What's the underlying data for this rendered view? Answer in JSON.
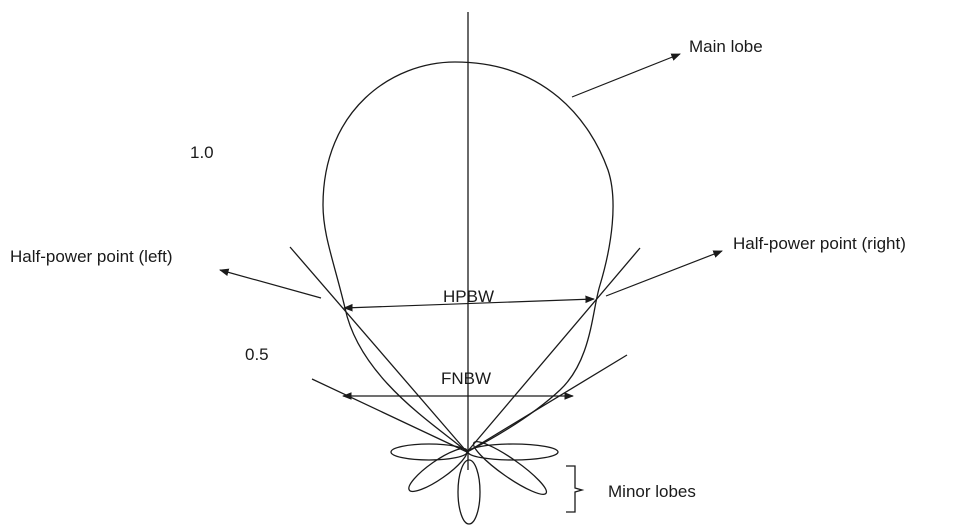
{
  "diagram": {
    "labels": {
      "main_lobe": "Main lobe",
      "half_power_left": "Half-power point (left)",
      "half_power_right": "Half-power point (right)",
      "hpbw": "HPBW",
      "fnbw": "FNBW",
      "minor_lobes": "Minor lobes",
      "level_1": "1.0",
      "level_05": "0.5"
    },
    "colors": {
      "stroke": "#1a1a1a",
      "text": "#1a1a1a",
      "background": "#ffffff"
    }
  }
}
